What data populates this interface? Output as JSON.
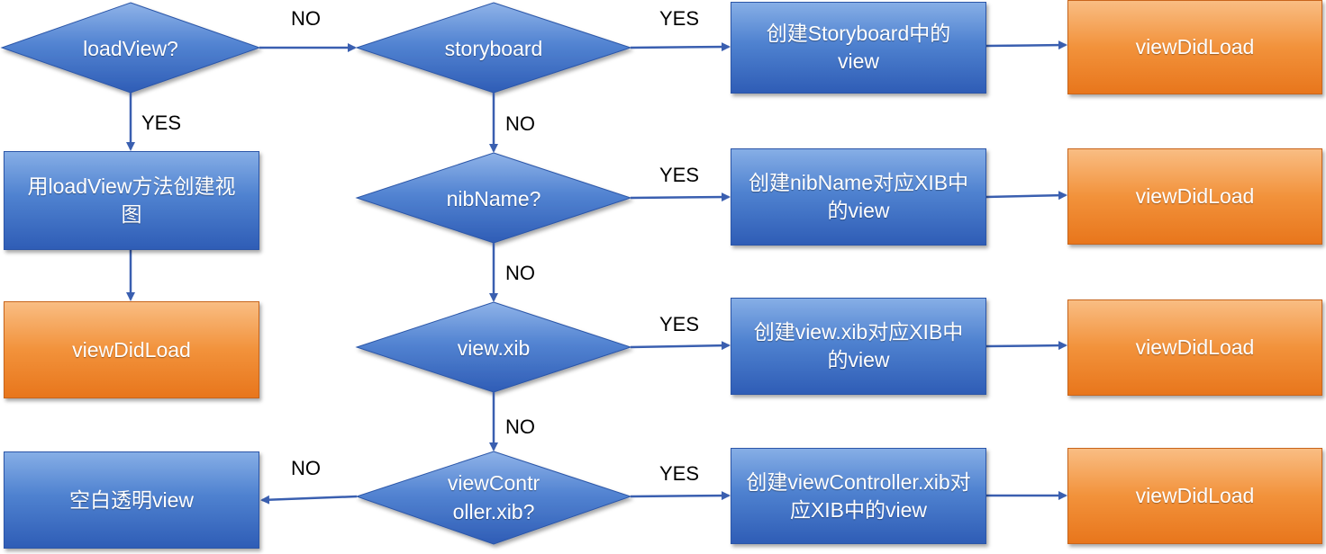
{
  "decisions": {
    "loadview": "loadView?",
    "storyboard": "storyboard",
    "nibname": "nibName?",
    "viewxib": "view.xib",
    "viewcontrollerxib_line1": "viewContr",
    "viewcontrollerxib_line2": "oller.xib?"
  },
  "process": {
    "loadview_create": "用loadView方法创建视图",
    "storyboard_create": "创建Storyboard中的view",
    "nibname_create": "创建nibName对应XIB中的view",
    "viewxib_create": "创建view.xib对应XIB中的view",
    "viewcontrollerxib_create": "创建viewController.xib对应XIB中的view",
    "blank_view": "空白透明view"
  },
  "terminal": {
    "label": "viewDidLoad"
  },
  "edge_labels": {
    "yes": "YES",
    "no": "NO"
  },
  "colors": {
    "decision_fill": "#4f7fcc",
    "process_fill": "#3f6fc4",
    "terminal_fill": "#f08a30",
    "edge": "#3a5fb0"
  }
}
